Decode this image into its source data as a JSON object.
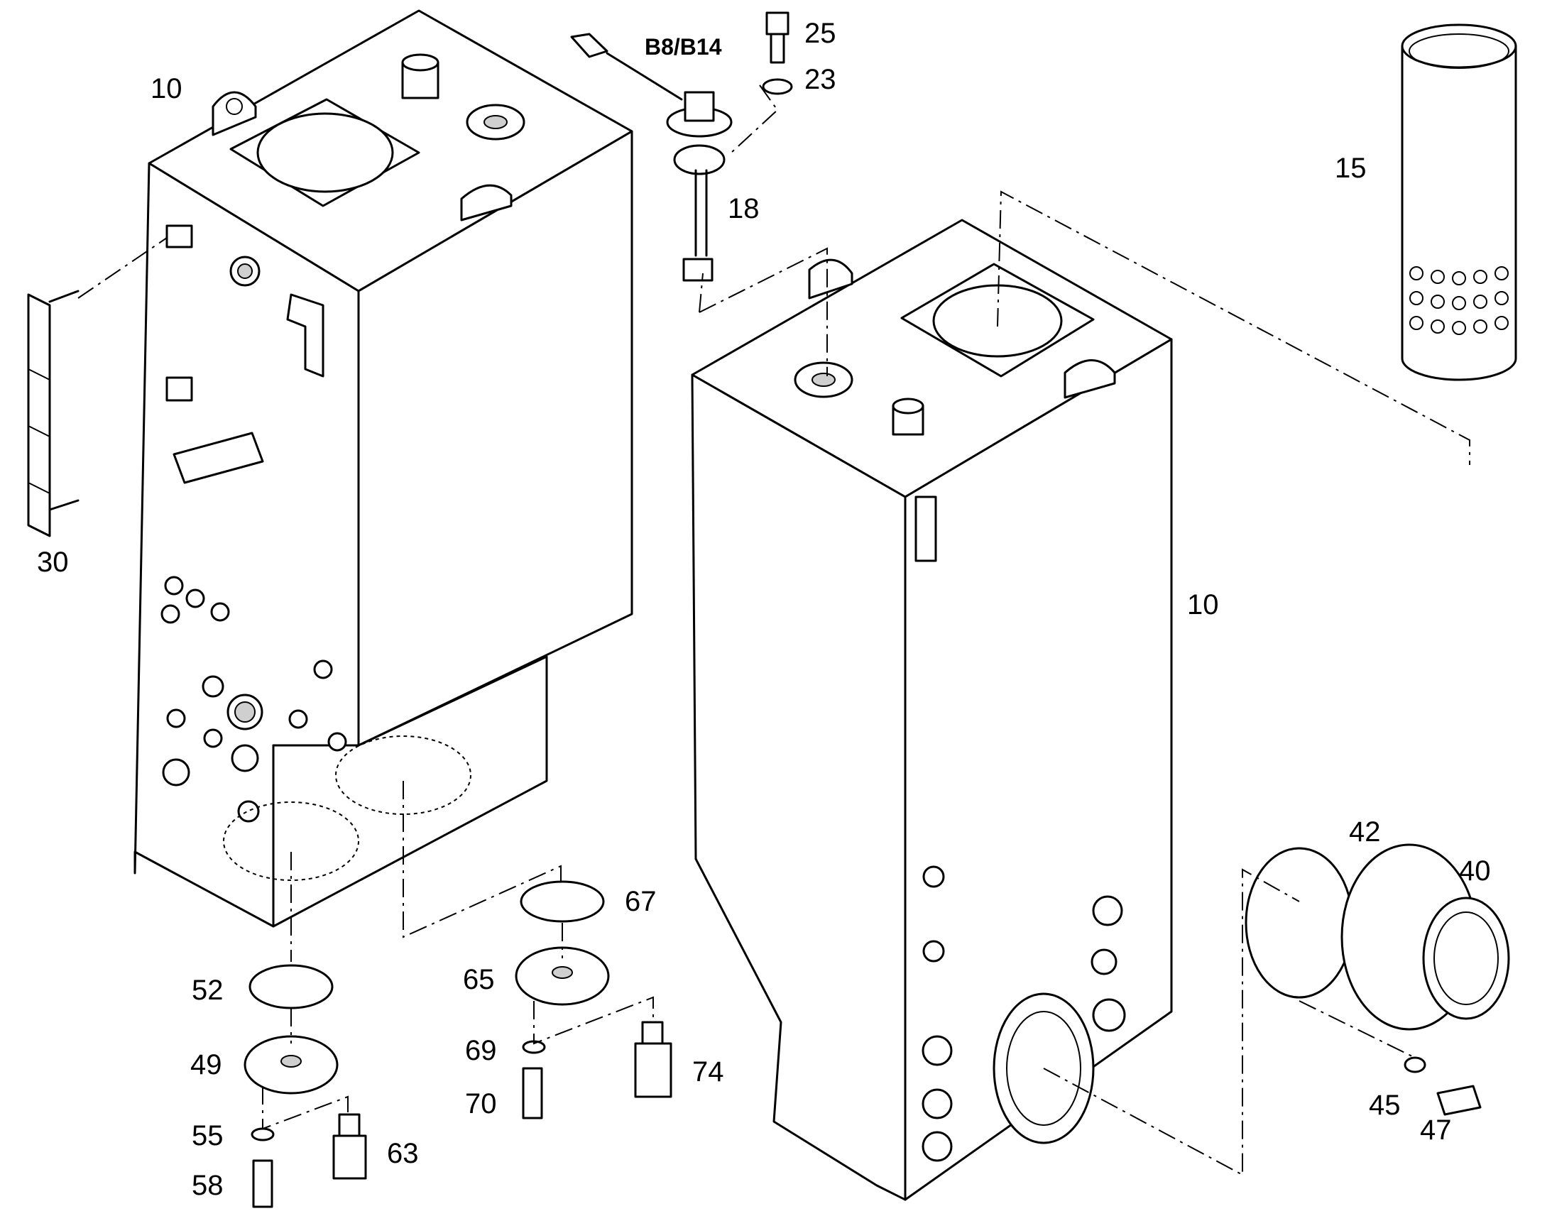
{
  "callouts": [
    {
      "id": "10a",
      "text": "10"
    },
    {
      "id": "10b",
      "text": "10"
    },
    {
      "id": "15",
      "text": "15"
    },
    {
      "id": "18",
      "text": "18"
    },
    {
      "id": "23",
      "text": "23"
    },
    {
      "id": "25",
      "text": "25"
    },
    {
      "id": "30",
      "text": "30"
    },
    {
      "id": "40",
      "text": "40"
    },
    {
      "id": "42",
      "text": "42"
    },
    {
      "id": "45",
      "text": "45"
    },
    {
      "id": "47",
      "text": "47"
    },
    {
      "id": "49",
      "text": "49"
    },
    {
      "id": "52",
      "text": "52"
    },
    {
      "id": "55",
      "text": "55"
    },
    {
      "id": "58",
      "text": "58"
    },
    {
      "id": "63",
      "text": "63"
    },
    {
      "id": "65",
      "text": "65"
    },
    {
      "id": "67",
      "text": "67"
    },
    {
      "id": "69",
      "text": "69"
    },
    {
      "id": "70",
      "text": "70"
    },
    {
      "id": "74",
      "text": "74"
    }
  ],
  "sensor_label": "B8/B14",
  "colors": {
    "line": "#000000",
    "background": "#ffffff",
    "shade": "#cfcfcf"
  }
}
